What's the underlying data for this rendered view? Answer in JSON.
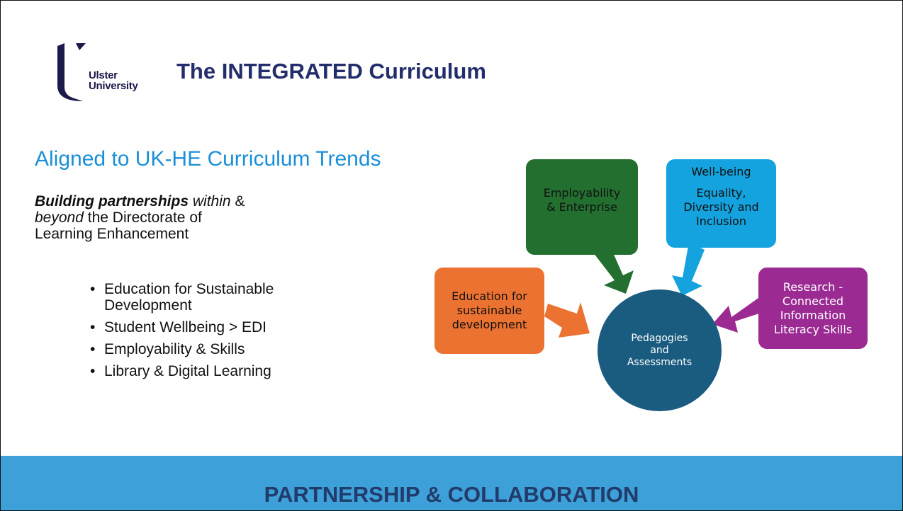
{
  "logo": {
    "line1": "Ulster",
    "line2": "University"
  },
  "title": "The INTEGRATED Curriculum",
  "subtitle": "Aligned to UK-HE Curriculum Trends",
  "intro": {
    "bold": "Building partnerships",
    "italic1": "within",
    "amp": "&",
    "italic2": "beyond",
    "rest1": "the Directorate of",
    "rest2": "Learning Enhancement"
  },
  "bullets": [
    "Education for Sustainable Development",
    "Student Wellbeing > EDI",
    "Employability & Skills",
    "Library & Digital Learning"
  ],
  "diagram": {
    "employability": "Employability & Enterprise",
    "wellbeing_1": "Well-being",
    "wellbeing_2": "Equality, Diversity and Inclusion",
    "esd": "Education for sustainable development",
    "research": "Research - Connected Information Literacy Skills",
    "center_1": "Pedagogies",
    "center_2": "and",
    "center_3": "Assessments"
  },
  "footer": "PARTNERSHIP & COLLABORATION",
  "colors": {
    "employability": "#236f2f",
    "wellbeing": "#14a3df",
    "esd": "#ec7231",
    "research": "#9b2a93",
    "center": "#1a5b80",
    "footer_bg": "#3ea0d9",
    "title": "#232d6b",
    "subtitle": "#1b8fd6"
  }
}
